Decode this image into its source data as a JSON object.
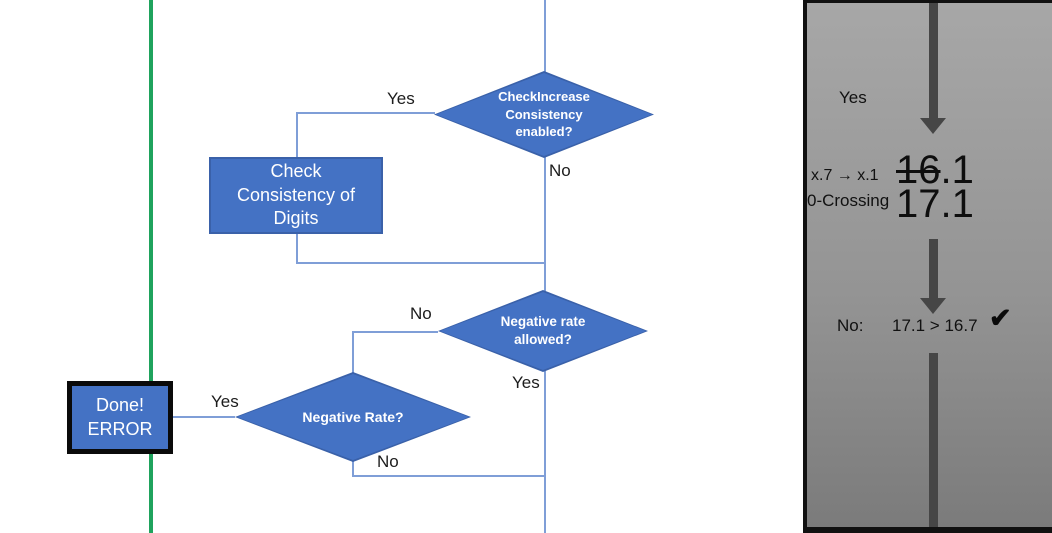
{
  "colors": {
    "shape_fill": "#4472C4",
    "shape_border": "#3A61A9",
    "connector_blue": "#7F9ED7",
    "green_line": "#1FA35D",
    "panel_arrow_gray": "#464646",
    "panel_bg_top": "#A7A7A7",
    "panel_bg_bottom": "#7B7B7B"
  },
  "flowchart": {
    "decision_top": "CheckIncrease Consistency enabled?",
    "process_check": "Check Consistency of Digits",
    "decision_negative_allowed": "Negative rate allowed?",
    "decision_negative_rate": "Negative Rate?",
    "terminal_error": "Done! ERROR",
    "labels": {
      "top_yes": "Yes",
      "top_no": "No",
      "allowed_no": "No",
      "allowed_yes": "Yes",
      "rate_yes": "Yes",
      "rate_no": "No"
    }
  },
  "panel": {
    "yes_label": "Yes",
    "case_line1": "x.7 → x.1",
    "case_line2": "0-Crossing",
    "old_value_struck": "16",
    "old_value_rest": ".1",
    "new_value": "17.1",
    "result_label": "No:",
    "result_comparison": "17.1 > 16.7",
    "checkmark": "✔"
  }
}
